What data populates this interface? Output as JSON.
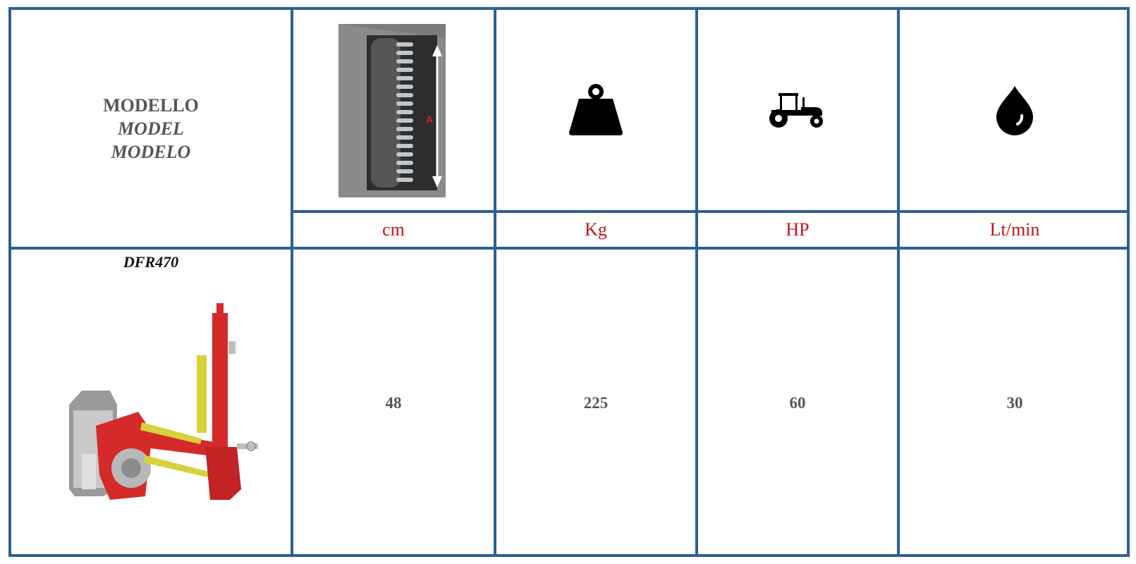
{
  "header": {
    "model_label": "MODELLO",
    "model_label_en": "MODEL",
    "model_label_es": "MODELO"
  },
  "columns": [
    {
      "icon": "cutting-width-diagram",
      "unit": "cm"
    },
    {
      "icon": "weight-icon",
      "unit": "Kg"
    },
    {
      "icon": "tractor-icon",
      "unit": "HP"
    },
    {
      "icon": "oil-drop-icon",
      "unit": "Lt/min"
    }
  ],
  "diagram_label": "A",
  "rows": [
    {
      "model": "DFR470",
      "values": [
        "48",
        "225",
        "60",
        "30"
      ]
    }
  ],
  "colors": {
    "border": "#2d5f94",
    "unit_text": "#c0141c",
    "value_text": "#555555",
    "machine_red": "#d42a2a",
    "machine_yellow": "#d6d23a"
  }
}
